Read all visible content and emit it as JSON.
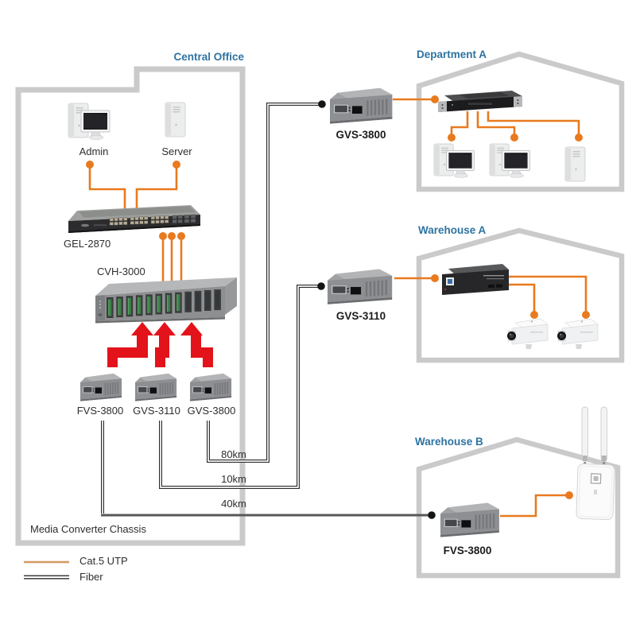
{
  "central_office": {
    "title": "Central Office",
    "admin_label": "Admin",
    "server_label": "Server",
    "switch_model": "GEL-2870",
    "chassis_model": "CVH-3000",
    "chassis_note": "Media Converter Chassis",
    "converters": [
      {
        "model": "FVS-3800"
      },
      {
        "model": "GVS-3110"
      },
      {
        "model": "GVS-3800"
      }
    ]
  },
  "department_a": {
    "title": "Department A",
    "converter_model": "GVS-3800"
  },
  "warehouse_a": {
    "title": "Warehouse A",
    "converter_model": "GVS-3110"
  },
  "warehouse_b": {
    "title": "Warehouse B",
    "converter_model": "FVS-3800"
  },
  "fiber_links": [
    {
      "distance": "80km",
      "from": "GVS-3800",
      "to": "Department A"
    },
    {
      "distance": "10km",
      "from": "GVS-3110",
      "to": "Warehouse A"
    },
    {
      "distance": "40km",
      "from": "FVS-3800",
      "to": "Warehouse B"
    }
  ],
  "legend": {
    "items": [
      {
        "label": "Cat.5 UTP",
        "color": "#e87a1f"
      },
      {
        "label": "Fiber",
        "color": "#2b2b2b"
      }
    ]
  },
  "colors": {
    "title_blue": "#2e73a0",
    "cat5_orange": "#e87a1f",
    "fiber_dark": "#2b2b2b",
    "arrow_red": "#e3131b",
    "building_outline": "#cacaca"
  }
}
